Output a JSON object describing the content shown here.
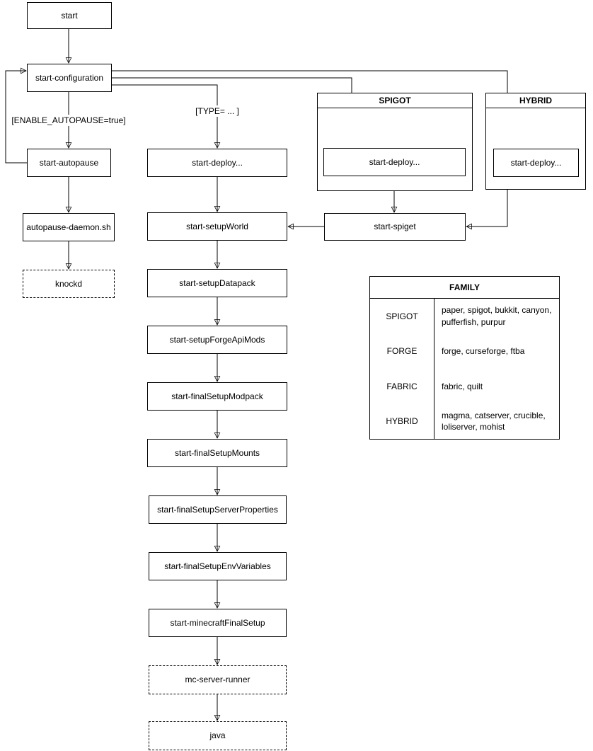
{
  "diagram": {
    "nodes": {
      "start": {
        "label": "start"
      },
      "configuration": {
        "label": "start-configuration"
      },
      "autopause": {
        "label": "start-autopause"
      },
      "autopause_daemon": {
        "label": "autopause-daemon.sh"
      },
      "knockd": {
        "label": "knockd"
      },
      "deploy": {
        "label": "start-deploy..."
      },
      "setup_world": {
        "label": "start-setupWorld"
      },
      "setup_datapack": {
        "label": "start-setupDatapack"
      },
      "setup_forge_api_mods": {
        "label": "start-setupForgeApiMods"
      },
      "final_setup_modpack": {
        "label": "start-finalSetupModpack"
      },
      "final_setup_mounts": {
        "label": "start-finalSetupMounts"
      },
      "final_setup_server_properties": {
        "label": "start-finalSetupServerProperties"
      },
      "final_setup_env_variables": {
        "label": "start-finalSetupEnvVariables"
      },
      "minecraft_final_setup": {
        "label": "start-minecraftFinalSetup"
      },
      "mc_server_runner": {
        "label": "mc-server-runner"
      },
      "java": {
        "label": "java"
      },
      "spigot_deploy": {
        "label": "start-deploy..."
      },
      "hybrid_deploy": {
        "label": "start-deploy..."
      },
      "spiget": {
        "label": "start-spiget"
      }
    },
    "containers": {
      "spigot": {
        "title": "SPIGOT"
      },
      "hybrid": {
        "title": "HYBRID"
      }
    },
    "labels": {
      "enable_autopause": "[ENABLE_AUTOPAUSE=true]",
      "type_condition": "[TYPE= ... ]"
    },
    "table": {
      "title": "FAMILY",
      "rows": [
        {
          "family": "SPIGOT",
          "values": "paper, spigot, bukkit, canyon, pufferfish, purpur"
        },
        {
          "family": "FORGE",
          "values": "forge, curseforge, ftba"
        },
        {
          "family": "FABRIC",
          "values": "fabric, quilt"
        },
        {
          "family": "HYBRID",
          "values": "magma, catserver, crucible, loliserver, mohist"
        }
      ]
    },
    "colors": {
      "stroke": "#000000",
      "background": "#ffffff",
      "text": "#000000"
    }
  }
}
